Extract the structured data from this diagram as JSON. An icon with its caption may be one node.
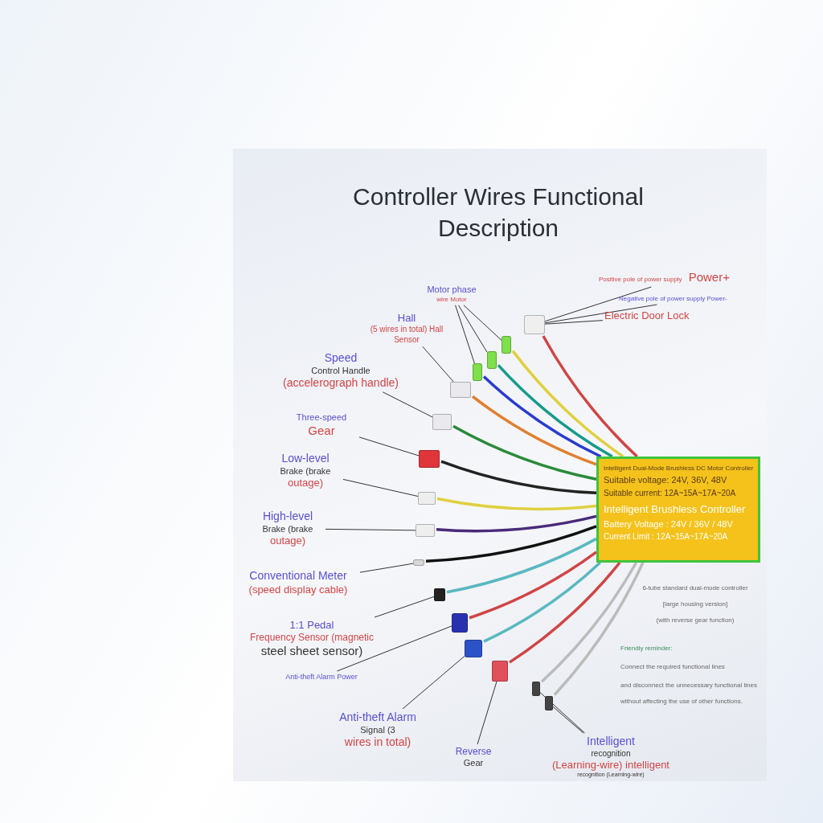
{
  "diagram": {
    "title": "Controller Wires Functional Description",
    "nodes": [
      {
        "text": [
          "Motor phase",
          "wire Motor"
        ]
      },
      {
        "text": [
          "Hall",
          "(5 wires in total) Hall Sensor"
        ]
      },
      {
        "text": [
          "Speed",
          "Control Handle",
          "(accelerograph handle)"
        ]
      },
      {
        "text": [
          "Three-speed",
          "Gear"
        ]
      },
      {
        "text": [
          "Low-level",
          "Brake (brake",
          "outage)"
        ]
      },
      {
        "text": [
          "High-level",
          "Brake (brake",
          "outage)"
        ]
      },
      {
        "text": [
          "Conventional Meter",
          "(speed display cable)"
        ]
      },
      {
        "text": [
          "1:1 Pedal",
          "Frequency Sensor (magnetic",
          "steel sheet sensor)"
        ]
      },
      {
        "text": [
          "Anti-theft Alarm Power"
        ]
      },
      {
        "text": [
          "Anti-theft Alarm",
          "Signal (3",
          "wires in total)"
        ]
      },
      {
        "text": [
          "Reverse",
          "Gear"
        ]
      },
      {
        "text": [
          "Intelligent",
          "recognition",
          "(Learning-wire) intelligent",
          "recognition (Learning-wire)"
        ]
      },
      {
        "text": [
          "Positive pole of power supply",
          "Power+"
        ]
      },
      {
        "text": [
          "Negative pole of power supply Power-"
        ]
      },
      {
        "text": [
          "Electric Door Lock"
        ]
      },
      {
        "text": [
          "Intelligent Dual-Mode Brushless DC Motor Controller",
          "Suitable voltage: 24V, 36V, 48V",
          "Suitable current: 12A~15A~17A~20A",
          "Intelligent Brushless Controller",
          "Battery Voltage : 24V / 36V / 48V",
          "Current Limit : 12A~15A~17A~20A"
        ]
      },
      {
        "text": [],
        "shape": "box"
      },
      {
        "text": [],
        "shape": "box"
      },
      {
        "text": [],
        "shape": "box"
      },
      {
        "text": [],
        "shape": "box"
      },
      {
        "text": [],
        "shape": "box"
      },
      {
        "text": [],
        "shape": "box"
      },
      {
        "text": [],
        "shape": "box"
      },
      {
        "text": [],
        "shape": "box"
      },
      {
        "text": [],
        "shape": "box"
      },
      {
        "text": [],
        "shape": "box"
      },
      {
        "text": [],
        "shape": "box"
      },
      {
        "text": [],
        "shape": "box"
      },
      {
        "text": [],
        "shape": "box"
      },
      {
        "text": [],
        "shape": "box"
      },
      {
        "text": [],
        "shape": "box"
      },
      {
        "text": [],
        "shape": "box"
      }
    ],
    "edges": [
      {
        "from": 0,
        "to": 16,
        "arrow": "none"
      },
      {
        "from": 0,
        "to": 17,
        "arrow": "none"
      },
      {
        "from": 0,
        "to": 18,
        "arrow": "none"
      },
      {
        "from": 1,
        "to": 19,
        "arrow": "none"
      },
      {
        "from": 2,
        "to": 20,
        "arrow": "none"
      },
      {
        "from": 3,
        "to": 21,
        "arrow": "none"
      },
      {
        "from": 4,
        "to": 22,
        "arrow": "none"
      },
      {
        "from": 5,
        "to": 23,
        "arrow": "none"
      },
      {
        "from": 6,
        "to": 24,
        "arrow": "none"
      },
      {
        "from": 7,
        "to": 25,
        "arrow": "none"
      },
      {
        "from": 8,
        "to": 26,
        "arrow": "none"
      },
      {
        "from": 9,
        "to": 27,
        "arrow": "none"
      },
      {
        "from": 10,
        "to": 28,
        "arrow": "none"
      },
      {
        "from": 11,
        "to": 29,
        "arrow": "none"
      },
      {
        "from": 11,
        "to": 30,
        "arrow": "none"
      },
      {
        "from": 12,
        "to": 31,
        "arrow": "none"
      },
      {
        "from": 13,
        "to": 31,
        "arrow": "none"
      },
      {
        "from": 14,
        "to": 31,
        "arrow": "none"
      },
      {
        "from": 31,
        "to": 15,
        "arrow": "none",
        "style": "thick",
        "color": "#d04545"
      },
      {
        "from": 18,
        "to": 15,
        "arrow": "none",
        "style": "thick",
        "color": "#e0d040"
      },
      {
        "from": 17,
        "to": 15,
        "arrow": "none",
        "style": "thick",
        "color": "#169a8a"
      },
      {
        "from": 16,
        "to": 15,
        "arrow": "none",
        "style": "thick",
        "color": "#2a3bd0"
      },
      {
        "from": 19,
        "to": 15,
        "arrow": "none",
        "style": "thick",
        "color": "#e08030"
      },
      {
        "from": 20,
        "to": 15,
        "arrow": "none",
        "style": "thick",
        "color": "#2a8a3a"
      },
      {
        "from": 21,
        "to": 15,
        "arrow": "none",
        "style": "thick",
        "color": "#222222"
      },
      {
        "from": 22,
        "to": 15,
        "arrow": "none",
        "style": "thick",
        "color": "#e0d040"
      },
      {
        "from": 23,
        "to": 15,
        "arrow": "none",
        "style": "thick",
        "color": "#4a2a7a"
      },
      {
        "from": 24,
        "to": 15,
        "arrow": "none",
        "style": "thick",
        "color": "#111111"
      },
      {
        "from": 25,
        "to": 15,
        "arrow": "none",
        "style": "thick",
        "color": "#5ab8c0"
      },
      {
        "from": 26,
        "to": 15,
        "arrow": "none",
        "style": "thick",
        "color": "#d04545"
      },
      {
        "from": 27,
        "to": 15,
        "arrow": "none",
        "style": "thick",
        "color": "#5ab8c0"
      },
      {
        "from": 28,
        "to": 15,
        "arrow": "none",
        "style": "thick",
        "color": "#d04545"
      },
      {
        "from": 29,
        "to": 15,
        "arrow": "none",
        "style": "thick",
        "color": "#bbbbbb"
      },
      {
        "from": 30,
        "to": 15,
        "arrow": "none",
        "style": "thick",
        "color": "#bbbbbb"
      }
    ],
    "labels": [
      "6-tube standard dual-mode controller",
      "[large housing version]",
      "(with reverse gear function)",
      "Friendly reminder:",
      "Connect the required functional lines",
      "and disconnect the unnecessary functional lines",
      "without affecting the use of other functions."
    ]
  }
}
